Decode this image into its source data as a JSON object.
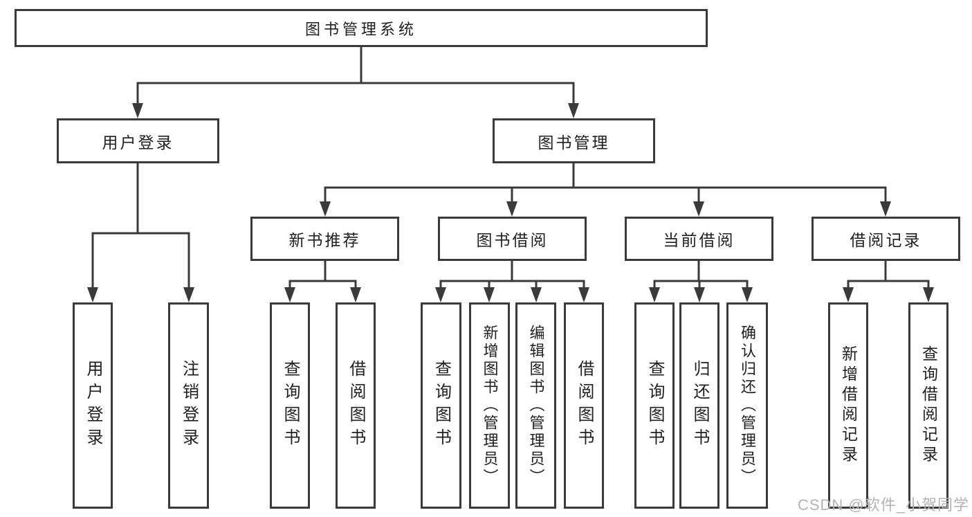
{
  "nodes": {
    "root": "图书管理系统",
    "level2": [
      "用户登录",
      "图书管理"
    ],
    "level3": [
      "新书推荐",
      "图书借阅",
      "当前借阅",
      "借阅记录"
    ]
  },
  "leaves": {
    "login": [
      "用户登录",
      "注销登录"
    ],
    "new_book": [
      "查询图书",
      "借阅图书"
    ],
    "borrow": [
      "查询图书",
      "新增图书（管理员）",
      "编辑图书（管理员）",
      "借阅图书"
    ],
    "current": [
      "查询图书",
      "归还图书",
      "确认归还（管理员）"
    ],
    "record": [
      "新增借阅记录",
      "查询借阅记录"
    ]
  },
  "watermark": "CSDN @软件_小贺同学",
  "colors": {
    "line": "#3a3a3a",
    "text": "#1f1f1f",
    "watermark": "#b3b3b3",
    "background": "#ffffff"
  }
}
